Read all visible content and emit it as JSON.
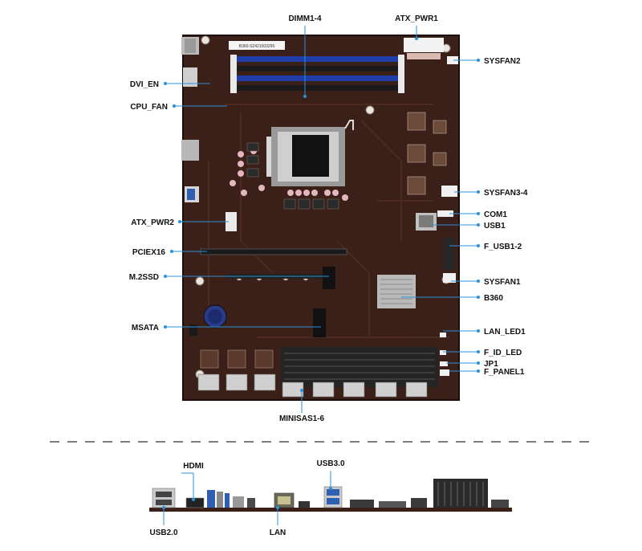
{
  "colors": {
    "accent": "#2a90d8",
    "pcb": "#3a2018",
    "pcb_dark": "#241210",
    "dimm": "#1f3ea8",
    "silver": "#c8c8c8",
    "text": "#111111"
  },
  "sticker_text": "B360-S2421003295",
  "board_labels": [
    {
      "id": "dimm",
      "text": "DIMM1-4"
    },
    {
      "id": "atx-pwr1",
      "text": "ATX_PWR1"
    },
    {
      "id": "sysfan2",
      "text": "SYSFAN2"
    },
    {
      "id": "dvi-en",
      "text": "DVI_EN"
    },
    {
      "id": "cpu-fan",
      "text": "CPU_FAN"
    },
    {
      "id": "sysfan3-4",
      "text": "SYSFAN3-4"
    },
    {
      "id": "com1",
      "text": "COM1"
    },
    {
      "id": "usb1",
      "text": "USB1"
    },
    {
      "id": "atx-pwr2",
      "text": "ATX_PWR2"
    },
    {
      "id": "f-usb",
      "text": "F_USB1-2"
    },
    {
      "id": "pciex16",
      "text": "PCIEX16"
    },
    {
      "id": "m2ssd",
      "text": "M.2SSD"
    },
    {
      "id": "sysfan1",
      "text": "SYSFAN1"
    },
    {
      "id": "b360",
      "text": "B360"
    },
    {
      "id": "msata",
      "text": "MSATA"
    },
    {
      "id": "lan-led1",
      "text": "LAN_LED1"
    },
    {
      "id": "f-id-led",
      "text": "F_ID_LED"
    },
    {
      "id": "jp1",
      "text": "JP1"
    },
    {
      "id": "f-panel1",
      "text": "F_PANEL1"
    },
    {
      "id": "minisas",
      "text": "MINISAS1-6"
    }
  ],
  "io_labels": [
    {
      "id": "hdmi",
      "text": "HDMI"
    },
    {
      "id": "usb3",
      "text": "USB3.0"
    },
    {
      "id": "usb2",
      "text": "USB2.0"
    },
    {
      "id": "lan",
      "text": "LAN"
    }
  ]
}
